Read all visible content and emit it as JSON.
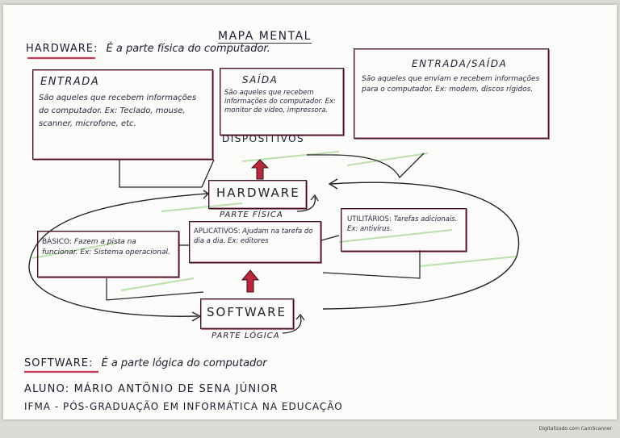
{
  "title": "MAPA MENTAL",
  "hardware_def": {
    "term": "HARDWARE:",
    "text": "É a parte física do computador."
  },
  "entrada": {
    "title": "ENTRADA",
    "text": "São aqueles que recebem informações do computador. Ex: Teclado, mouse, scanner, microfone, etc."
  },
  "saida": {
    "title": "SAÍDA",
    "text": "São aqueles que recebem informações do computador. Ex: monitor de vídeo, impressora."
  },
  "entrada_saida": {
    "title": "ENTRADA/SAÍDA",
    "text": "São aqueles que enviam e recebem informações para o computador. Ex: modem, discos rígidos."
  },
  "dispositivos": "DISPOSITIVOS",
  "hardware_node": {
    "label": "HARDWARE",
    "sub": "PARTE FÍSICA"
  },
  "basico": {
    "title": "BÁSICO:",
    "text": "Fazem a pista na funcionar. Ex: Sistema operacional."
  },
  "aplicativos": {
    "title": "APLICATIVOS:",
    "text": "Ajudam na tarefa do dia a dia. Ex: editores"
  },
  "utilitarios": {
    "title": "UTILITÁRIOS:",
    "text": "Tarefas adicionais. Ex: antivírus."
  },
  "software_node": {
    "label": "SOFTWARE",
    "sub": "PARTE LÓGICA"
  },
  "software_def": {
    "term": "SOFTWARE:",
    "text": "É a parte lógica do computador"
  },
  "aluno": "ALUNO: MÁRIO ANTÔNIO DE SENA JÚNIOR",
  "instituicao": "IFMA - PÓS-GRADUAÇÃO EM INFORMÁTICA NA EDUCAÇÃO",
  "credit": "Digitalizado com CamScanner",
  "colors": {
    "ink": "#1d1c30",
    "red_accent": "#c43a56",
    "arrow_fill": "#b8283e",
    "green_marker": "#a9d99a"
  }
}
